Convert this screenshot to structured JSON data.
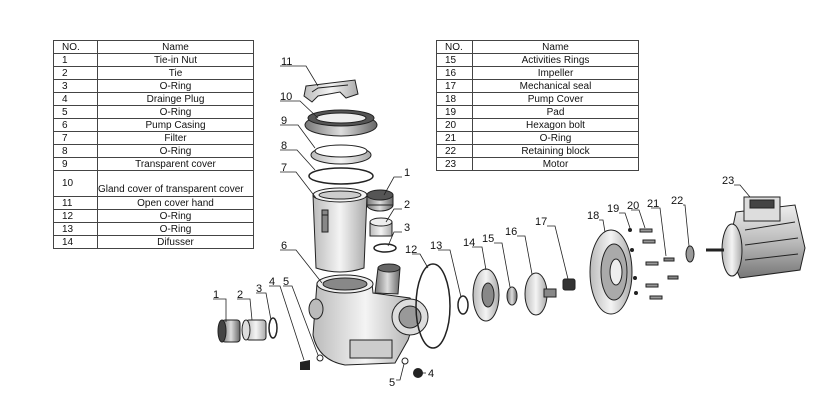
{
  "table_left": {
    "header_no": "NO.",
    "header_name": "Name",
    "rows": [
      {
        "no": "1",
        "name": "Tie-in Nut"
      },
      {
        "no": "2",
        "name": "Tie"
      },
      {
        "no": "3",
        "name": "O-Ring"
      },
      {
        "no": "4",
        "name": "Drainge Plug"
      },
      {
        "no": "5",
        "name": "O-Ring"
      },
      {
        "no": "6",
        "name": "Pump Casing"
      },
      {
        "no": "7",
        "name": "Filter"
      },
      {
        "no": "8",
        "name": "O-Ring"
      },
      {
        "no": "9",
        "name": "Transparent cover"
      },
      {
        "no": "10",
        "name": "Gland cover of transparent cover"
      },
      {
        "no": "11",
        "name": "Open cover hand"
      },
      {
        "no": "12",
        "name": "O-Ring"
      },
      {
        "no": "13",
        "name": "O-Ring"
      },
      {
        "no": "14",
        "name": "Difusser"
      }
    ]
  },
  "table_right": {
    "header_no": "NO.",
    "header_name": "Name",
    "rows": [
      {
        "no": "15",
        "name": "Activities Rings"
      },
      {
        "no": "16",
        "name": "Impeller"
      },
      {
        "no": "17",
        "name": "Mechanical seal"
      },
      {
        "no": "18",
        "name": "Pump Cover"
      },
      {
        "no": "19",
        "name": "Pad"
      },
      {
        "no": "20",
        "name": "Hexagon bolt"
      },
      {
        "no": "21",
        "name": "O-Ring"
      },
      {
        "no": "22",
        "name": "Retaining block"
      },
      {
        "no": "23",
        "name": "Motor"
      }
    ]
  },
  "callouts": {
    "c1a": "1",
    "c2a": "2",
    "c3a": "3",
    "c4a": "4",
    "c5a": "5",
    "c1b": "1",
    "c2b": "2",
    "c3b": "3",
    "c4b": "4",
    "c5b": "5",
    "c6": "6",
    "c7": "7",
    "c8": "8",
    "c9": "9",
    "c10": "10",
    "c11": "11",
    "c12": "12",
    "c13": "13",
    "c14": "14",
    "c15": "15",
    "c16": "16",
    "c17": "17",
    "c18": "18",
    "c19": "19",
    "c20": "20",
    "c21": "21",
    "c22": "22",
    "c23": "23"
  }
}
